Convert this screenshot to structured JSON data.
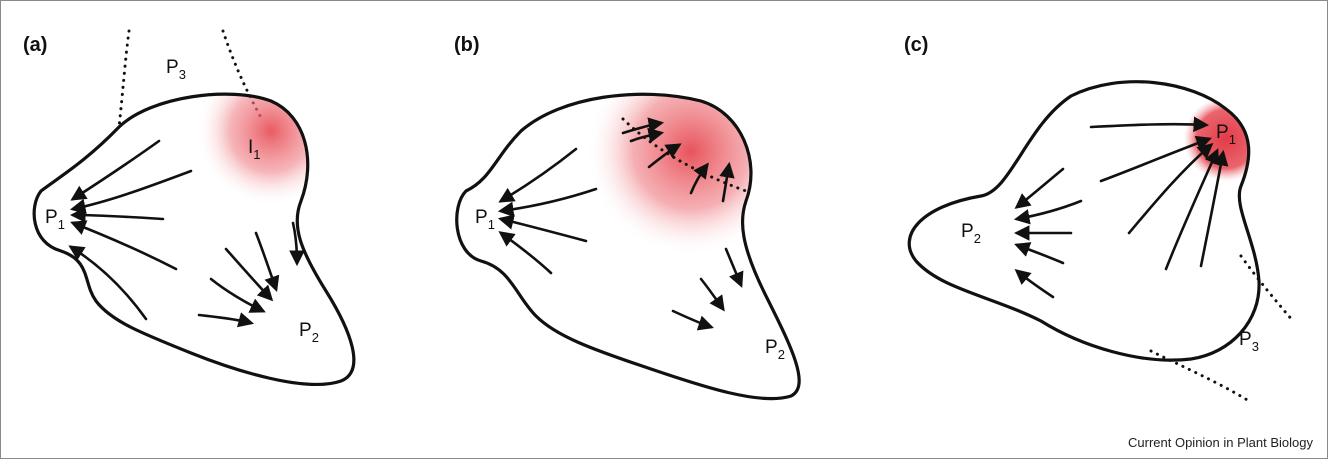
{
  "panels": [
    {
      "label": "(a)",
      "labels": {
        "p1": "P",
        "p1_sub": "1",
        "p2": "P",
        "p2_sub": "2",
        "p3": "P",
        "p3_sub": "3",
        "i1": "I",
        "i1_sub": "1"
      }
    },
    {
      "label": "(b)",
      "labels": {
        "p1": "P",
        "p1_sub": "1",
        "p2": "P",
        "p2_sub": "2"
      }
    },
    {
      "label": "(c)",
      "labels": {
        "p1": "P",
        "p1_sub": "1",
        "p2": "P",
        "p2_sub": "2",
        "p3": "P",
        "p3_sub": "3"
      }
    }
  ],
  "colors": {
    "auxin_red": "#e8535c",
    "outline": "#111111"
  },
  "credit": "Current Opinion in Plant Biology"
}
